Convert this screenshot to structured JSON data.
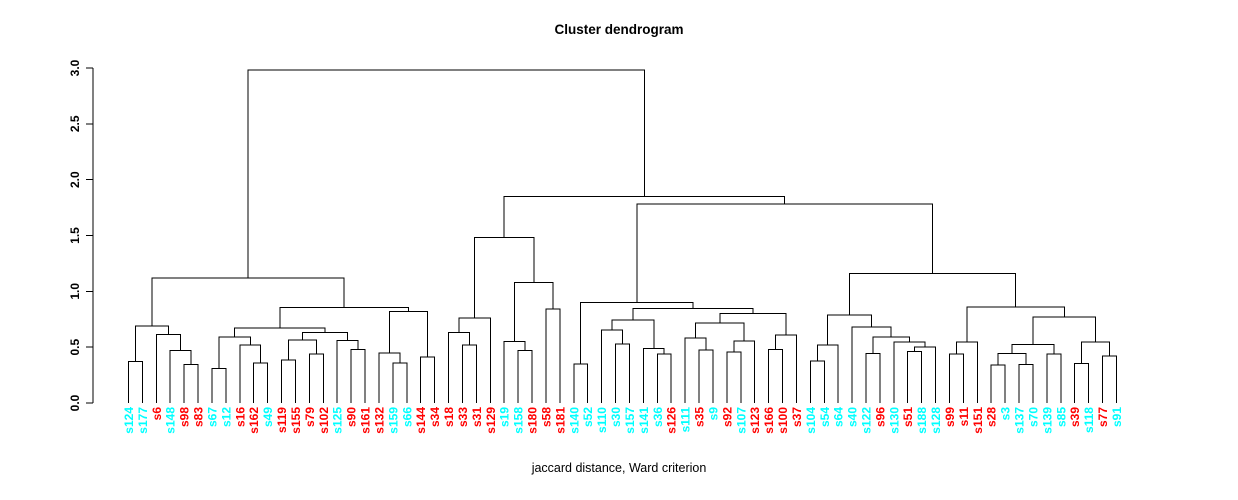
{
  "chart_data": {
    "type": "dendrogram",
    "title": "Cluster dendrogram",
    "xlabel": "jaccard distance, Ward criterion",
    "ylabel": "",
    "ylim": [
      0.0,
      3.0
    ],
    "yticks": [
      "0.0",
      "0.5",
      "1.0",
      "1.5",
      "2.0",
      "2.5",
      "3.0"
    ],
    "grid": false,
    "line_color": "#000000",
    "background_color": "#ffffff",
    "label_colors": {
      "red": "#FF0000",
      "cyan": "#00FFFF"
    },
    "leaves": [
      {
        "id": "s124",
        "color": "cyan"
      },
      {
        "id": "s177",
        "color": "cyan"
      },
      {
        "id": "s6",
        "color": "red"
      },
      {
        "id": "s148",
        "color": "cyan"
      },
      {
        "id": "s98",
        "color": "red"
      },
      {
        "id": "s83",
        "color": "red"
      },
      {
        "id": "s67",
        "color": "cyan"
      },
      {
        "id": "s12",
        "color": "cyan"
      },
      {
        "id": "s16",
        "color": "red"
      },
      {
        "id": "s162",
        "color": "red"
      },
      {
        "id": "s49",
        "color": "cyan"
      },
      {
        "id": "s119",
        "color": "red"
      },
      {
        "id": "s155",
        "color": "red"
      },
      {
        "id": "s79",
        "color": "red"
      },
      {
        "id": "s102",
        "color": "red"
      },
      {
        "id": "s125",
        "color": "cyan"
      },
      {
        "id": "s90",
        "color": "red"
      },
      {
        "id": "s161",
        "color": "red"
      },
      {
        "id": "s132",
        "color": "red"
      },
      {
        "id": "s159",
        "color": "cyan"
      },
      {
        "id": "s66",
        "color": "cyan"
      },
      {
        "id": "s144",
        "color": "red"
      },
      {
        "id": "s34",
        "color": "red"
      },
      {
        "id": "s18",
        "color": "red"
      },
      {
        "id": "s33",
        "color": "red"
      },
      {
        "id": "s31",
        "color": "red"
      },
      {
        "id": "s129",
        "color": "red"
      },
      {
        "id": "s19",
        "color": "cyan"
      },
      {
        "id": "s158",
        "color": "cyan"
      },
      {
        "id": "s180",
        "color": "red"
      },
      {
        "id": "s58",
        "color": "red"
      },
      {
        "id": "s181",
        "color": "red"
      },
      {
        "id": "s140",
        "color": "cyan"
      },
      {
        "id": "s52",
        "color": "cyan"
      },
      {
        "id": "s110",
        "color": "cyan"
      },
      {
        "id": "s30",
        "color": "cyan"
      },
      {
        "id": "s157",
        "color": "cyan"
      },
      {
        "id": "s141",
        "color": "cyan"
      },
      {
        "id": "s36",
        "color": "cyan"
      },
      {
        "id": "s126",
        "color": "red"
      },
      {
        "id": "s111",
        "color": "cyan"
      },
      {
        "id": "s35",
        "color": "red"
      },
      {
        "id": "s9",
        "color": "cyan"
      },
      {
        "id": "s92",
        "color": "red"
      },
      {
        "id": "s107",
        "color": "cyan"
      },
      {
        "id": "s123",
        "color": "red"
      },
      {
        "id": "s166",
        "color": "red"
      },
      {
        "id": "s100",
        "color": "red"
      },
      {
        "id": "s37",
        "color": "red"
      },
      {
        "id": "s104",
        "color": "cyan"
      },
      {
        "id": "s54",
        "color": "cyan"
      },
      {
        "id": "s64",
        "color": "cyan"
      },
      {
        "id": "s40",
        "color": "cyan"
      },
      {
        "id": "s122",
        "color": "cyan"
      },
      {
        "id": "s96",
        "color": "red"
      },
      {
        "id": "s130",
        "color": "cyan"
      },
      {
        "id": "s51",
        "color": "red"
      },
      {
        "id": "s188",
        "color": "cyan"
      },
      {
        "id": "s128",
        "color": "cyan"
      },
      {
        "id": "s99",
        "color": "red"
      },
      {
        "id": "s11",
        "color": "red"
      },
      {
        "id": "s151",
        "color": "red"
      },
      {
        "id": "s28",
        "color": "red"
      },
      {
        "id": "s3",
        "color": "cyan"
      },
      {
        "id": "s137",
        "color": "cyan"
      },
      {
        "id": "s70",
        "color": "cyan"
      },
      {
        "id": "s139",
        "color": "cyan"
      },
      {
        "id": "s85",
        "color": "cyan"
      },
      {
        "id": "s39",
        "color": "red"
      },
      {
        "id": "s118",
        "color": "cyan"
      },
      {
        "id": "s77",
        "color": "red"
      },
      {
        "id": "s91",
        "color": "cyan"
      }
    ],
    "tree": [
      2.98,
      [
        1.12,
        [
          0.69,
          [
            0.37,
            "s124",
            "s177"
          ],
          [
            0.615,
            "s6",
            [
              0.47,
              "s148",
              [
                0.345,
                "s98",
                "s83"
              ]
            ]
          ]
        ],
        [
          0.855,
          [
            0.67,
            [
              0.59,
              [
                0.31,
                "s67",
                "s12"
              ],
              [
                0.52,
                "s16",
                [
                  0.36,
                  "s162",
                  "s49"
                ]
              ]
            ],
            [
              0.63,
              [
                0.565,
                [
                  0.385,
                  "s119",
                  "s155"
                ],
                [
                  0.44,
                  "s79",
                  "s102"
                ]
              ],
              [
                0.56,
                "s125",
                [
                  0.48,
                  "s90",
                  "s161"
                ]
              ]
            ]
          ],
          [
            0.82,
            [
              0.45,
              "s132",
              [
                0.36,
                "s159",
                "s66"
              ]
            ],
            [
              0.41,
              "s144",
              "s34"
            ]
          ]
        ]
      ],
      [
        1.85,
        [
          1.48,
          [
            0.76,
            [
              0.63,
              "s18",
              [
                0.52,
                "s33",
                "s31"
              ]
            ],
            "s129"
          ],
          [
            1.08,
            [
              0.55,
              "s19",
              [
                0.47,
                "s158",
                "s180"
              ]
            ],
            [
              0.84,
              "s58",
              "s181"
            ]
          ]
        ],
        [
          1.78,
          [
            0.9,
            [
              0.35,
              "s140",
              "s52"
            ],
            [
              0.845,
              [
                0.745,
                [
                  0.655,
                  "s110",
                  [
                    0.53,
                    "s30",
                    "s157"
                  ]
                ],
                [
                  0.49,
                  "s141",
                  [
                    0.44,
                    "s36",
                    "s126"
                  ]
                ]
              ],
              [
                0.8,
                [
                  0.715,
                  [
                    0.58,
                    "s111",
                    [
                      0.475,
                      "s35",
                      "s9"
                    ]
                  ],
                  [
                    0.555,
                    [
                      0.455,
                      "s92",
                      "s107"
                    ],
                    "s123"
                  ]
                ],
                [
                  0.61,
                  [
                    0.48,
                    "s166",
                    "s100"
                  ],
                  "s37"
                ]
              ]
            ]
          ],
          [
            1.16,
            [
              0.79,
              [
                0.52,
                [
                  0.375,
                  "s104",
                  "s54"
                ],
                "s64"
              ],
              [
                0.68,
                "s40",
                [
                  0.59,
                  [
                    0.445,
                    "s122",
                    "s96"
                  ],
                  [
                    0.545,
                    "s130",
                    [
                      0.5,
                      [
                        0.46,
                        "s51",
                        "s188"
                      ],
                      "s128"
                    ]
                  ]
                ]
              ]
            ],
            [
              0.86,
              [
                0.545,
                [
                  0.44,
                  "s99",
                  "s11"
                ],
                "s151"
              ],
              [
                0.77,
                [
                  0.525,
                  [
                    0.445,
                    [
                      0.34,
                      "s28",
                      "s3"
                    ],
                    [
                      0.345,
                      "s137",
                      "s70"
                    ]
                  ],
                  [
                    0.44,
                    "s139",
                    "s85"
                  ]
                ],
                [
                  0.545,
                  [
                    0.355,
                    "s39",
                    "s118"
                  ],
                  [
                    0.42,
                    "s77",
                    "s91"
                  ]
                ]
              ]
            ]
          ]
        ]
      ]
    ]
  }
}
